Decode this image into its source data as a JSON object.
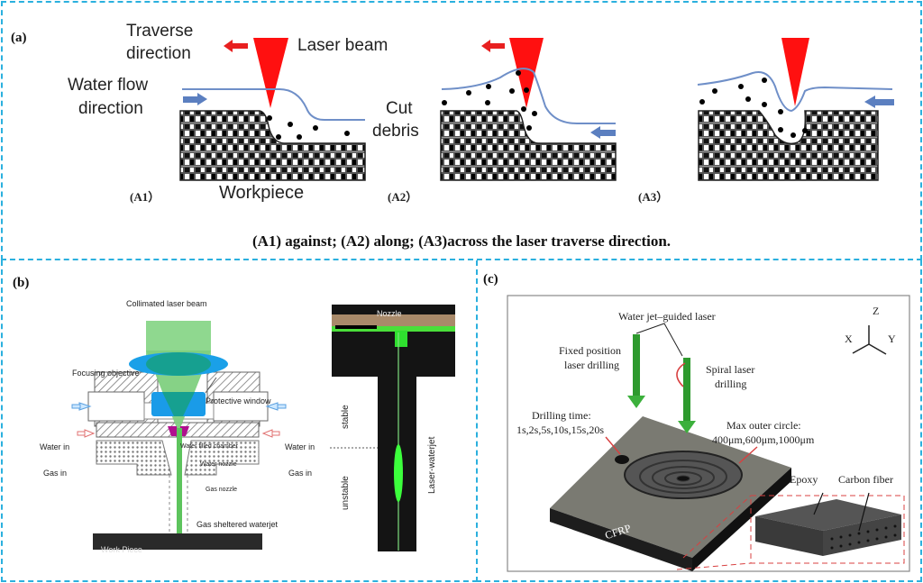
{
  "panel_a": {
    "label": "(a)",
    "labels": {
      "traverse_direction_1": "Traverse",
      "traverse_direction_2": "direction",
      "laser_beam": "Laser beam",
      "water_flow_1": "Water flow",
      "water_flow_2": "direction",
      "cut_debris_1": "Cut",
      "cut_debris_2": "debris",
      "workpiece": "Workpiece"
    },
    "subfigures": [
      {
        "id": "A1",
        "tag": "(A1）"
      },
      {
        "id": "A2",
        "tag": "(A2）"
      },
      {
        "id": "A3",
        "tag": "(A3）"
      }
    ],
    "caption": "(A1) against; (A2) along; (A3)across the laser traverse direction.",
    "colors": {
      "laser": "#ff1010",
      "traverse_arrow": "#e82020",
      "water_arrow": "#5b7fc0",
      "water_line": "#6f8fc8"
    }
  },
  "panel_b": {
    "label": "(b)",
    "schematic": {
      "collimated_laser_beam": "Collimated laser beam",
      "focusing_objective": "Focusing objective",
      "protective_window": "Protective window",
      "water_in_left": "Water in",
      "water_in_right": "Water in",
      "water_filled_chamber": "Water filled chamber",
      "water_nozzle": "Water nozzle",
      "gas_in_left": "Gas in",
      "gas_in_right": "Gas in",
      "gas_nozzle": "Gas nozzle",
      "gas_sheltered_waterjet": "Gas sheltered waterjet",
      "work_piece": "Work Piece"
    },
    "photo": {
      "nozzle": "Nozzle",
      "stable": "stable",
      "unstable": "unstable",
      "laser_waterjet": "Laser-waterjet"
    },
    "colors": {
      "beam": "#7fd07f",
      "lens": "#1aa0e8",
      "window": "#1a9be8",
      "nozzle_insert": "#b0108f"
    }
  },
  "panel_c": {
    "label": "(c)",
    "labels": {
      "water_jet_guided_laser": "Water jet–guided laser",
      "fixed_position_1": "Fixed position",
      "fixed_position_2": "laser drilling",
      "spiral_1": "Spiral laser",
      "spiral_2": "drilling",
      "drilling_time_1": "Drilling time:",
      "drilling_time_2": "1s,2s,5s,10s,15s,20s",
      "max_outer_circle_1": "Max outer circle:",
      "max_outer_circle_2": "400μm,600μm,1000μm",
      "epoxy": "Epoxy",
      "carbon_fiber": "Carbon fiber",
      "cfrp": "CFRP"
    },
    "axes": {
      "z": "Z",
      "x": "X",
      "y": "Y"
    },
    "colors": {
      "jet": "#2e9a2e",
      "plate_top": "#7a7a72",
      "plate_side": "#1d1d1d",
      "callout": "#d84040"
    }
  }
}
